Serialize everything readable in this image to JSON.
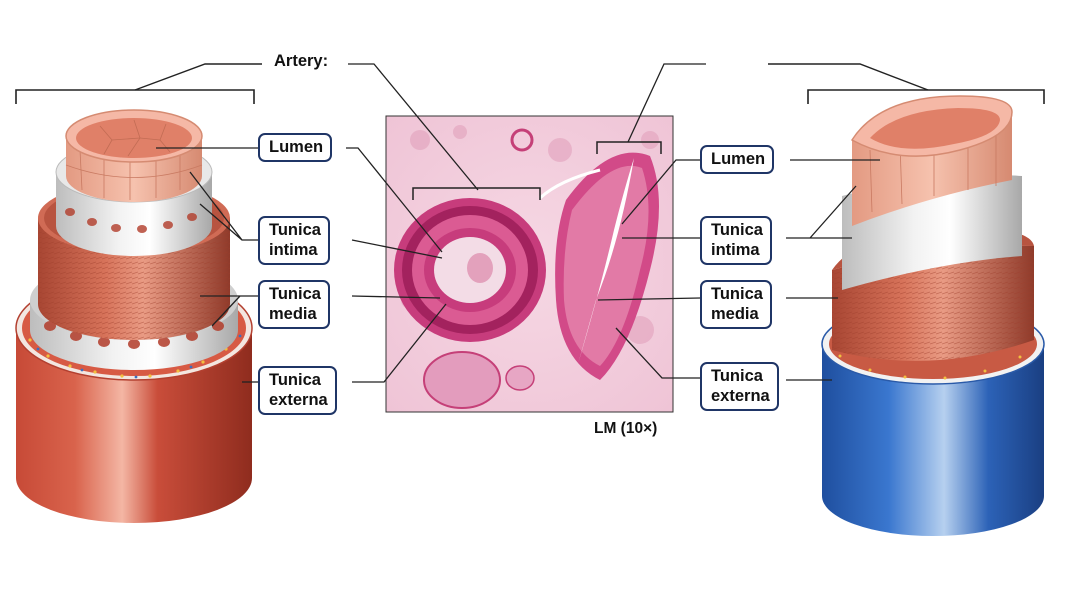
{
  "title_label": "Artery:",
  "magnification": "LM (10×)",
  "left_labels": {
    "lumen": "Lumen",
    "intima": [
      "Tunica",
      "intima"
    ],
    "media": [
      "Tunica",
      "media"
    ],
    "externa": [
      "Tunica",
      "externa"
    ]
  },
  "right_labels": {
    "lumen": "Lumen",
    "intima": [
      "Tunica",
      "intima"
    ],
    "media": [
      "Tunica",
      "media"
    ],
    "externa": [
      "Tunica",
      "externa"
    ]
  },
  "colors": {
    "label_border": "#1f3566",
    "artery_externa": "#c4432e",
    "vein_externa": "#2f63b8",
    "media_muscle": "#c4624c",
    "endothelium": "#dc8a72",
    "elastic_membrane": "#e6e6e6",
    "stain": "#d2437a"
  }
}
